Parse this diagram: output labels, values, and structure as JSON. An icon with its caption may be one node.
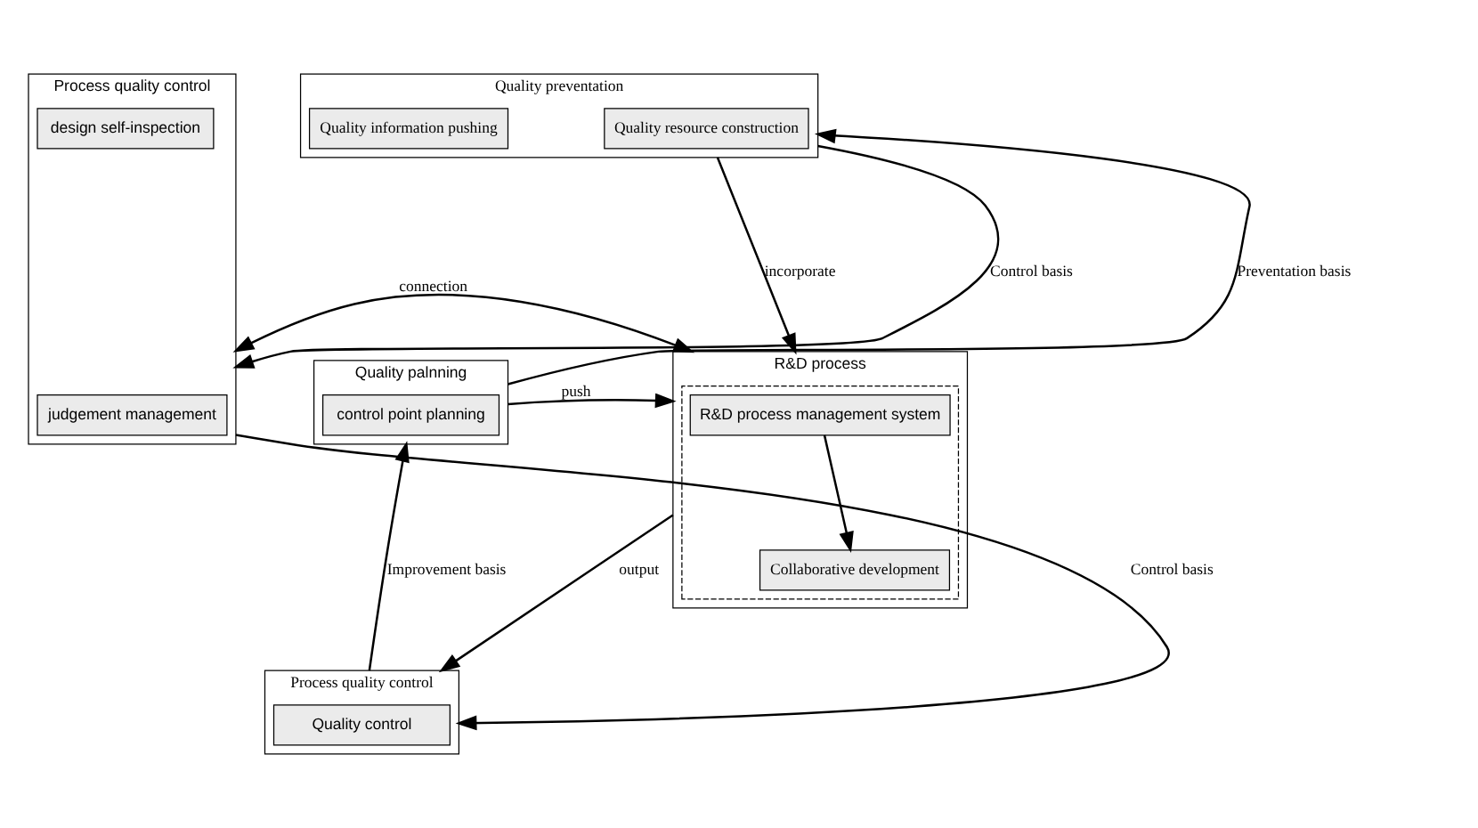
{
  "diagram": {
    "nodes": [
      {
        "text": [
          "Quality preventation"
        ]
      },
      {
        "text": [
          "Quality resource construction"
        ],
        "in": 0
      },
      {
        "text": [
          "Quality information pushing"
        ],
        "in": 0
      },
      {
        "text": [
          "Quality palnning"
        ]
      },
      {
        "text": [
          "control point planning"
        ],
        "in": 3
      },
      {
        "text": [
          "R&D process"
        ]
      },
      {
        "text": [],
        "shape": "box",
        "in": 5
      },
      {
        "text": [
          "R&D process management system"
        ],
        "in": 6
      },
      {
        "text": [
          "Collaborative development"
        ],
        "in": 6
      },
      {
        "text": [
          "Process quality control"
        ]
      },
      {
        "text": [
          "judgement management"
        ],
        "in": 9
      },
      {
        "text": [
          "design self-inspection"
        ],
        "in": 9
      },
      {
        "text": [
          "Process quality control"
        ]
      },
      {
        "text": [
          "Quality control"
        ],
        "in": 12
      }
    ],
    "edges": [
      {
        "from": 3,
        "to": 0,
        "arrow": "to",
        "label": "Preventation basis"
      },
      {
        "from": 0,
        "to": 9,
        "arrow": "to",
        "label": "Control basis"
      },
      {
        "from": 0,
        "to": 5,
        "arrow": "to",
        "label": "incorporate"
      },
      {
        "from": 3,
        "to": 5,
        "arrow": "to",
        "label": "push"
      },
      {
        "from": 5,
        "to": 9,
        "arrow": "both",
        "label": "connection"
      },
      {
        "from": 7,
        "to": 8,
        "arrow": "to"
      },
      {
        "from": 5,
        "to": 12,
        "arrow": "to",
        "label": "output"
      },
      {
        "from": 9,
        "to": 12,
        "arrow": "to",
        "label": "Control basis"
      },
      {
        "from": 12,
        "to": 3,
        "arrow": "to",
        "label": "Improvement basis"
      }
    ]
  }
}
